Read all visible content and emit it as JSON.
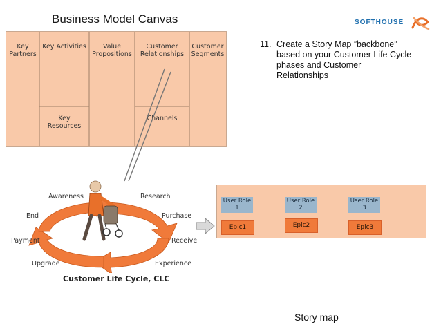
{
  "slide": {
    "title": "Business Model Canvas",
    "logo": {
      "text": "SOFTHOUSE",
      "icon": "softhouse-knot-icon",
      "color": "#1f6fae"
    },
    "instruction": {
      "number": "11.",
      "text": "Create a Story Map ”backbone” based on your Customer Life Cycle phases and Customer Relationships"
    }
  },
  "canvas": {
    "color": "#f9c9a9",
    "cells": {
      "key_partners": "Key Partners",
      "key_activities": "Key Activities",
      "key_resources": "Key Resources",
      "value_propositions": "Value Propositions",
      "customer_relationships": "Customer Relationships",
      "channels": "Channels",
      "customer_segments": "Customer Segments"
    }
  },
  "clc": {
    "caption": "Customer Life Cycle, CLC",
    "color": "#f07a3a",
    "phases": {
      "awareness": "Awareness",
      "research": "Research",
      "end": "End",
      "purchase": "Purchase",
      "payment": "Payment",
      "receive": "Receive",
      "upgrade": "Upgrade",
      "experience": "Experience"
    }
  },
  "storymap": {
    "caption": "Story map",
    "roles": [
      "User Role 1",
      "User Role 2",
      "User Role 3"
    ],
    "epics": [
      "Epic1",
      "Epic2",
      "Epic3"
    ],
    "role_color": "#9ab6cc",
    "epic_color": "#f07a3a"
  }
}
